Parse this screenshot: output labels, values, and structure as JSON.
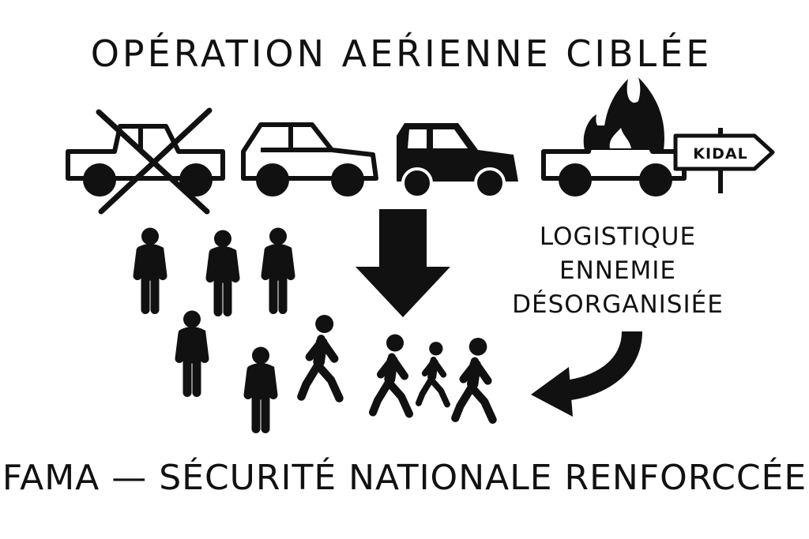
{
  "title": "OPÉRATION AEŔIENNE CIBLÉE",
  "sign_label": "KIDAL",
  "side_text": {
    "line1": "LOGISTIQUE",
    "line2": "ENNEMIE",
    "line3": "DÉSORGANISIÉE"
  },
  "bottom_text": "FAMA — SÉCURITÉ NATIONALE RENFORCCÉE",
  "colors": {
    "ink": "#111111",
    "background": "#ffffff"
  }
}
